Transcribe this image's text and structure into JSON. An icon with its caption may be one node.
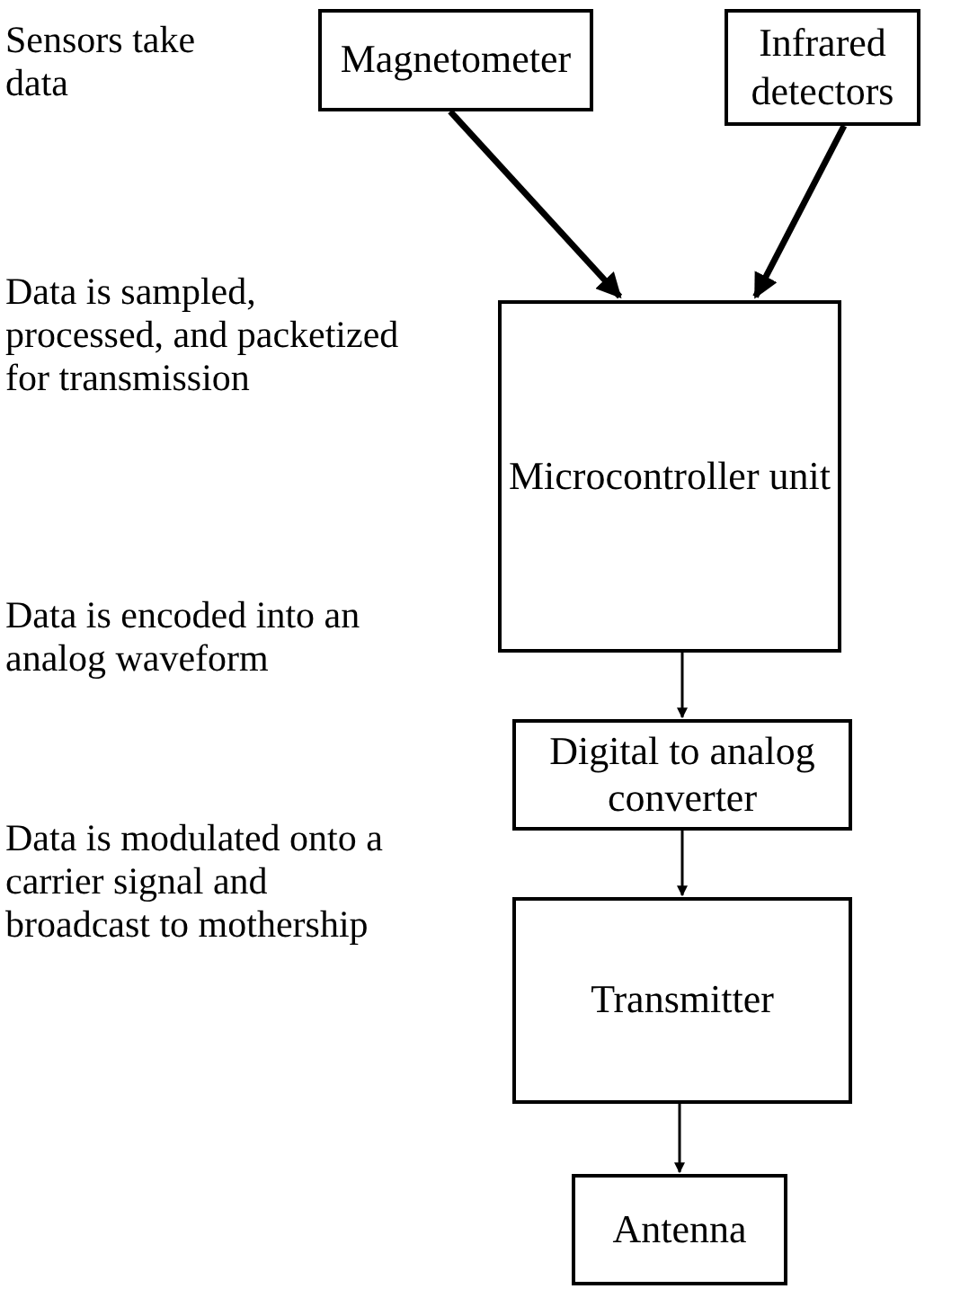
{
  "diagram": {
    "nodes": [
      {
        "text": [
          "Magnetometer"
        ]
      },
      {
        "text": [
          "Infrared detectors"
        ]
      },
      {
        "text": [
          "Microcontroller unit"
        ]
      },
      {
        "text": [
          "Digital to analog converter"
        ]
      },
      {
        "text": [
          "Transmitter"
        ]
      },
      {
        "text": [
          "Antenna"
        ]
      }
    ],
    "edges": [
      {
        "from": 0,
        "to": 2,
        "arrow": "to",
        "style": "thick"
      },
      {
        "from": 1,
        "to": 2,
        "arrow": "to",
        "style": "thick"
      },
      {
        "from": 2,
        "to": 3,
        "arrow": "to"
      },
      {
        "from": 3,
        "to": 4,
        "arrow": "to"
      },
      {
        "from": 4,
        "to": 5,
        "arrow": "to"
      }
    ],
    "labels": [
      "Sensors take data",
      "Data is sampled, processed, and packetized for transmission",
      "Data is encoded into an analog waveform",
      "Data is modulated onto a carrier signal and broadcast to mothership"
    ]
  }
}
